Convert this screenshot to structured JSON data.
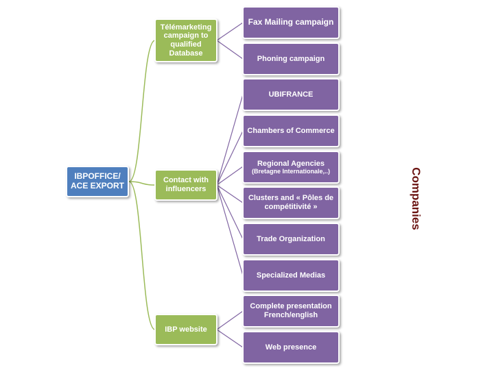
{
  "root": {
    "line1": "IBPOFFICE/",
    "line2": "ACE EXPORT"
  },
  "branches": [
    {
      "label_lines": [
        "Télémarketing",
        "campaign to",
        "qualified",
        "Database"
      ],
      "leaves": [
        {
          "lines": [
            "Fax Mailing campaign"
          ]
        },
        {
          "lines": [
            "Phoning campaign"
          ]
        }
      ]
    },
    {
      "label_lines": [
        "Contact with",
        "influencers"
      ],
      "leaves": [
        {
          "lines": [
            "UBIFRANCE"
          ]
        },
        {
          "lines": [
            "Chambers of Commerce"
          ]
        },
        {
          "lines": [
            "Regional Agencies",
            "(Bretagne Internationale,..)"
          ]
        },
        {
          "lines": [
            "Clusters and « Pôles de",
            "compétitivité »"
          ]
        },
        {
          "lines": [
            "Trade Organization"
          ]
        },
        {
          "lines": [
            "Specialized Medias"
          ]
        }
      ]
    },
    {
      "label_lines": [
        "IBP website"
      ],
      "leaves": [
        {
          "lines": [
            "Complete presentation",
            "French/english"
          ]
        },
        {
          "lines": [
            "Web presence"
          ]
        }
      ]
    }
  ],
  "side_label": "Companies",
  "colors": {
    "root": "#4f7fbe",
    "branch": "#9bbb59",
    "leaf": "#8064a2",
    "connector": "#9bbb59",
    "side_label": "#6b1412"
  }
}
